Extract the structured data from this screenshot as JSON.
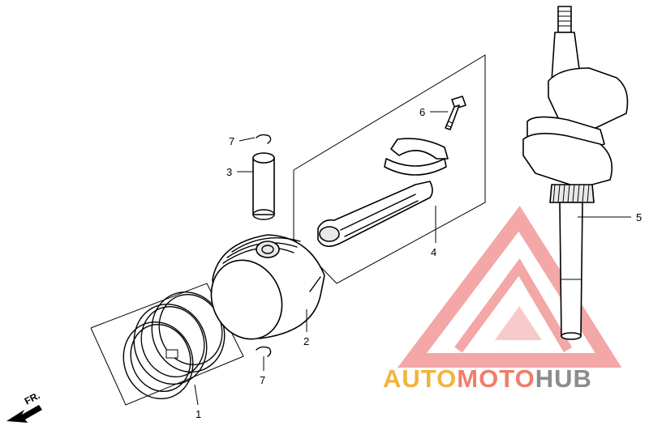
{
  "callouts": {
    "piston_rings": "1",
    "piston": "2",
    "piston_pin": "3",
    "connecting_rod": "4",
    "crankshaft": "5",
    "rod_bolt": "6",
    "pin_clip_top": "7",
    "pin_clip_bottom": "7"
  },
  "front_arrow": {
    "label": "FR."
  },
  "watermark": {
    "part1": "AUTO",
    "part2": "MOTO",
    "part3": "HUB",
    "color1": "#f2b33d",
    "color2": "#f07d6a",
    "color3": "#8c8c8c",
    "logo_color": "#ef8a8a"
  }
}
